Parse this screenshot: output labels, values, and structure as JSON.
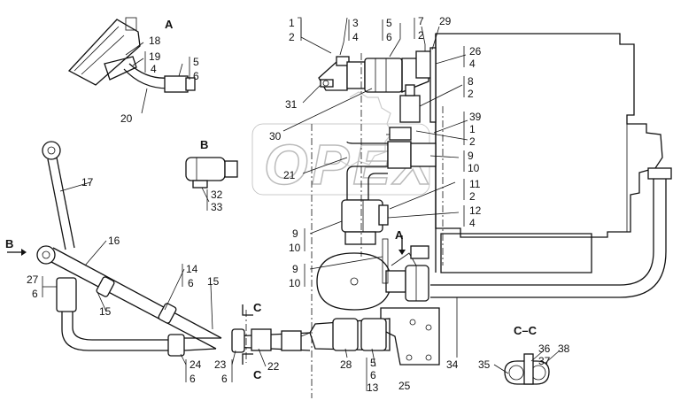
{
  "view_labels": {
    "A": "A",
    "B": "B",
    "C": "C",
    "CC": "C–C"
  },
  "watermark": "OPEX",
  "callouts": {
    "n1": "1",
    "n2a": "2",
    "n3": "3",
    "n4a": "4",
    "n5a": "5",
    "n6a": "6",
    "n7": "7",
    "n2b": "2",
    "n29": "29",
    "n26": "26",
    "n4b": "4",
    "n8": "8",
    "n2c": "2",
    "n39": "39",
    "n1b": "1",
    "n2d": "2",
    "n9a": "9",
    "n10a": "10",
    "n11": "11",
    "n2e": "2",
    "n12": "12",
    "n4c": "4",
    "n18": "18",
    "n19": "19",
    "n4d": "4",
    "n5b": "5",
    "n6b": "6",
    "n20": "20",
    "n31": "31",
    "n30": "30",
    "n21": "21",
    "n32": "32",
    "n33": "33",
    "n17": "17",
    "n16": "16",
    "n9b": "9",
    "n10b": "10",
    "n9c": "9",
    "n10c": "10",
    "n27": "27",
    "n6c": "6",
    "n14": "14",
    "n6d": "6",
    "n15a": "15",
    "n15b": "15",
    "n24": "24",
    "n6e": "6",
    "n23": "23",
    "n6f": "6",
    "n22": "22",
    "n28": "28",
    "n5c": "5",
    "n6g": "6",
    "n13": "13",
    "n25": "25",
    "n34": "34",
    "n35": "35",
    "n36": "36",
    "n37": "37",
    "n38": "38"
  }
}
